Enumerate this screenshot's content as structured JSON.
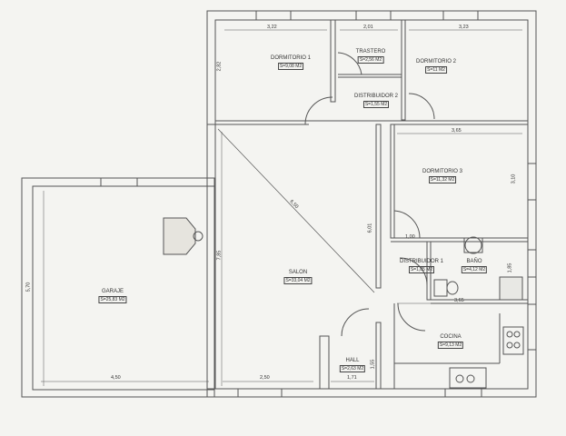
{
  "plan": {
    "background": "#f4f4f1",
    "wall_color": "#555555",
    "rooms": [
      {
        "id": "dormitorio1",
        "name": "DORMITORIO 1",
        "area": "S=9,08 M2"
      },
      {
        "id": "trastero",
        "name": "TRASTERO",
        "area": "S=2,56 M2"
      },
      {
        "id": "dormitorio2",
        "name": "DORMITORIO 2",
        "area": "S=11 M2"
      },
      {
        "id": "distribuidor2",
        "name": "DISTRIBUIDOR 2",
        "area": "S=1,55 M2"
      },
      {
        "id": "dormitorio3",
        "name": "DORMITORIO 3",
        "area": "S=11,32 M2"
      },
      {
        "id": "garaje",
        "name": "GARAJE",
        "area": "S=25,83 M2"
      },
      {
        "id": "salon",
        "name": "SALON",
        "area": "S=33,04 M2"
      },
      {
        "id": "distribuidor1",
        "name": "DISTRIBUIDOR 1",
        "area": "S=1,85 M2"
      },
      {
        "id": "bano",
        "name": "BAÑO",
        "area": "S=4,12 M2"
      },
      {
        "id": "cocina",
        "name": "COCINA",
        "area": "S=9,13 M2"
      },
      {
        "id": "hall",
        "name": "HALL",
        "area": "S=2,63 M2"
      }
    ],
    "dimensions": {
      "d1_width": "3,22",
      "d1_height": "2,82",
      "trastero_width": "2,01",
      "d2_width": "3,23",
      "d3_width": "3,65",
      "d3_height": "3,10",
      "salon_diag": "6,50",
      "salon_height": "7,85",
      "salon_right": "6,01",
      "salon_width": "2,50",
      "garaje_width": "4,50",
      "garaje_height": "5,70",
      "dist1_width": "1,00",
      "bano_height": "1,85",
      "cocina_width": "3,65",
      "hall_width": "1,71",
      "hall_height": "1,55"
    }
  }
}
